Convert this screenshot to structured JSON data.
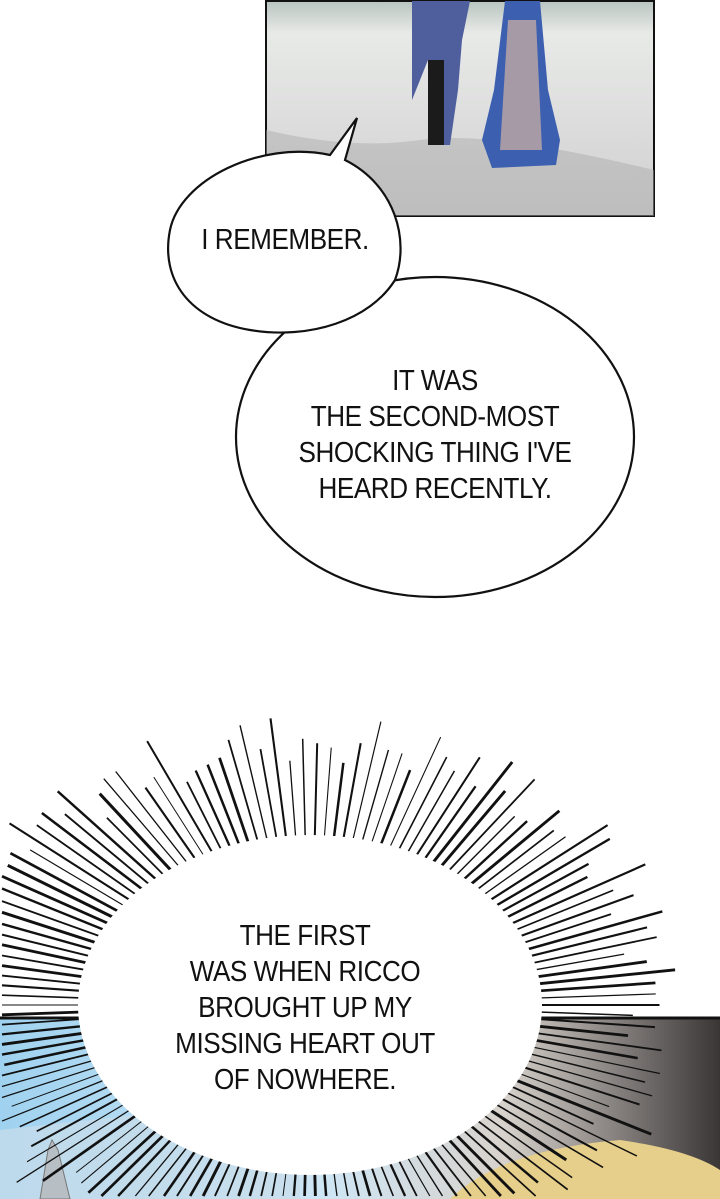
{
  "bubbles": [
    {
      "id": "bubble-1",
      "lines": [
        "I REMEMBER."
      ]
    },
    {
      "id": "bubble-2",
      "lines": [
        "IT WAS",
        "THE SECOND-MOST",
        "SHOCKING THING I'VE",
        "HEARD RECENTLY."
      ]
    },
    {
      "id": "burst",
      "lines": [
        "THE FIRST",
        "WAS WHEN RICCO",
        "BROUGHT UP MY",
        "MISSING HEART OUT",
        "OF NOWHERE."
      ]
    }
  ],
  "colors": {
    "sky": "#a9d6f2",
    "ground": "#dcdcdc",
    "dress": "#3c5fb0",
    "hair": "#e6cf8a"
  }
}
